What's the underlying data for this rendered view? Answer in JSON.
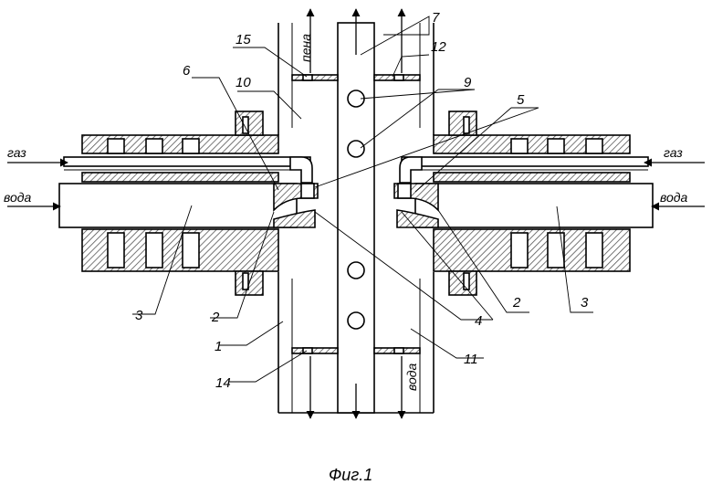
{
  "labels": {
    "gas_left": "газ",
    "gas_right": "газ",
    "water_left": "вода",
    "water_right": "вода",
    "foam": "пена",
    "water_out": "вода"
  },
  "parts": [
    {
      "id": "n1",
      "text": "1"
    },
    {
      "id": "n2a",
      "text": "2"
    },
    {
      "id": "n2b",
      "text": "2"
    },
    {
      "id": "n3a",
      "text": "3"
    },
    {
      "id": "n3b",
      "text": "3"
    },
    {
      "id": "n4",
      "text": "4"
    },
    {
      "id": "n5",
      "text": "5"
    },
    {
      "id": "n6",
      "text": "6"
    },
    {
      "id": "n7",
      "text": "7"
    },
    {
      "id": "n9",
      "text": "9"
    },
    {
      "id": "n10",
      "text": "10"
    },
    {
      "id": "n11",
      "text": "11"
    },
    {
      "id": "n12",
      "text": "12"
    },
    {
      "id": "n14",
      "text": "14"
    },
    {
      "id": "n15",
      "text": "15"
    }
  ],
  "caption": "Фиг.1"
}
